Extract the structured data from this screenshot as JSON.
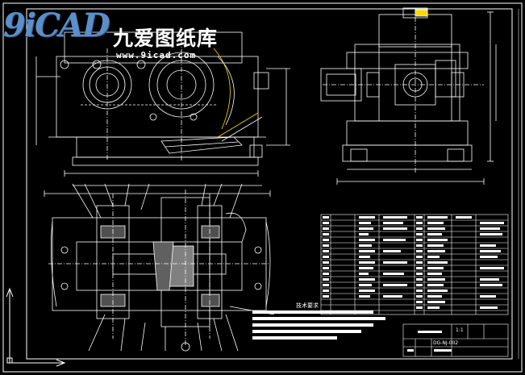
{
  "logo": {
    "mark": "9iCAD",
    "site_name": "九爱图纸库",
    "url": "www.9icad.com"
  },
  "drawing": {
    "title": "技术要求",
    "scale": "1:1",
    "drawing_no": "DG-NJ-002"
  },
  "colors": {
    "background": "#000000",
    "lines": "#ffffff",
    "accent": "#ffd700"
  }
}
